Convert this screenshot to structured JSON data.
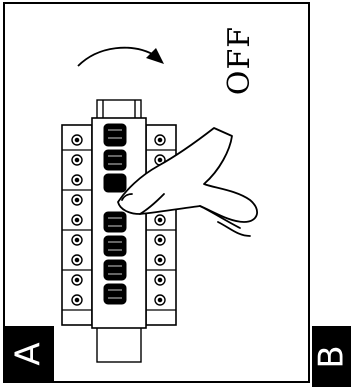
{
  "panel_a": {
    "label": "A",
    "state_label": "OFF",
    "arrow": "curved-arrow-icon"
  },
  "panel_b": {
    "label": "B"
  },
  "colors": {
    "ink": "#000000",
    "paper": "#ffffff",
    "label_background": "#000000",
    "label_text": "#ffffff"
  }
}
